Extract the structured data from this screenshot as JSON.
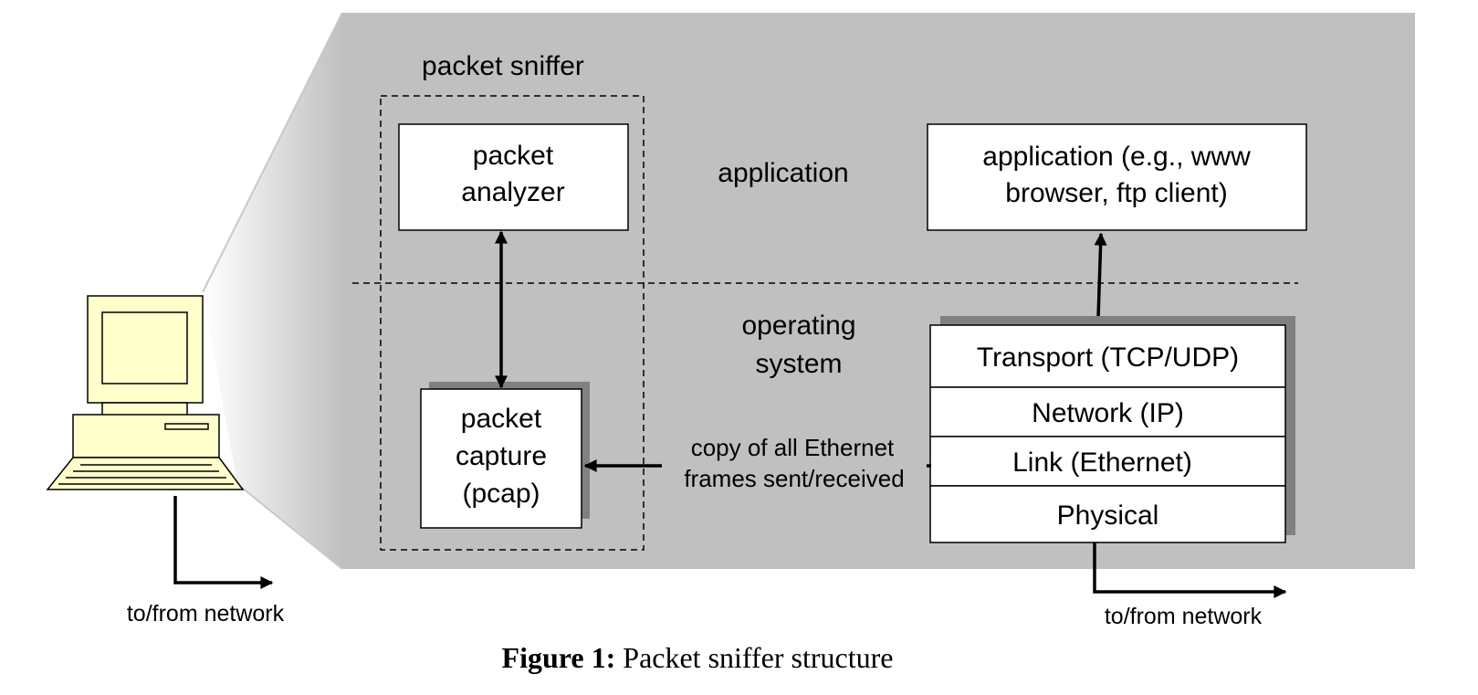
{
  "labels": {
    "packet_sniffer": "packet sniffer",
    "packet_analyzer_line1": "packet",
    "packet_analyzer_line2": "analyzer",
    "application_layer": "application",
    "application_box_line1": "application (e.g., www",
    "application_box_line2": "browser, ftp client)",
    "operating_system_line1": "operating",
    "operating_system_line2": "system",
    "packet_capture_line1": "packet",
    "packet_capture_line2": "capture",
    "packet_capture_line3": "(pcap)",
    "copy_line1": "copy of all Ethernet",
    "copy_line2": "frames sent/received",
    "network_left": "to/from network",
    "network_right": "to/from network"
  },
  "stack_layers": [
    "Transport (TCP/UDP)",
    "Network (IP)",
    "Link (Ethernet)",
    "Physical"
  ],
  "caption": {
    "prefix": "Figure 1:",
    "text": " Packet sniffer structure"
  },
  "colors": {
    "panel": "#c0c0c0",
    "box_fill": "#ffffff",
    "shadow": "#808080",
    "computer": "#ffffcc",
    "stroke": "#000000"
  }
}
